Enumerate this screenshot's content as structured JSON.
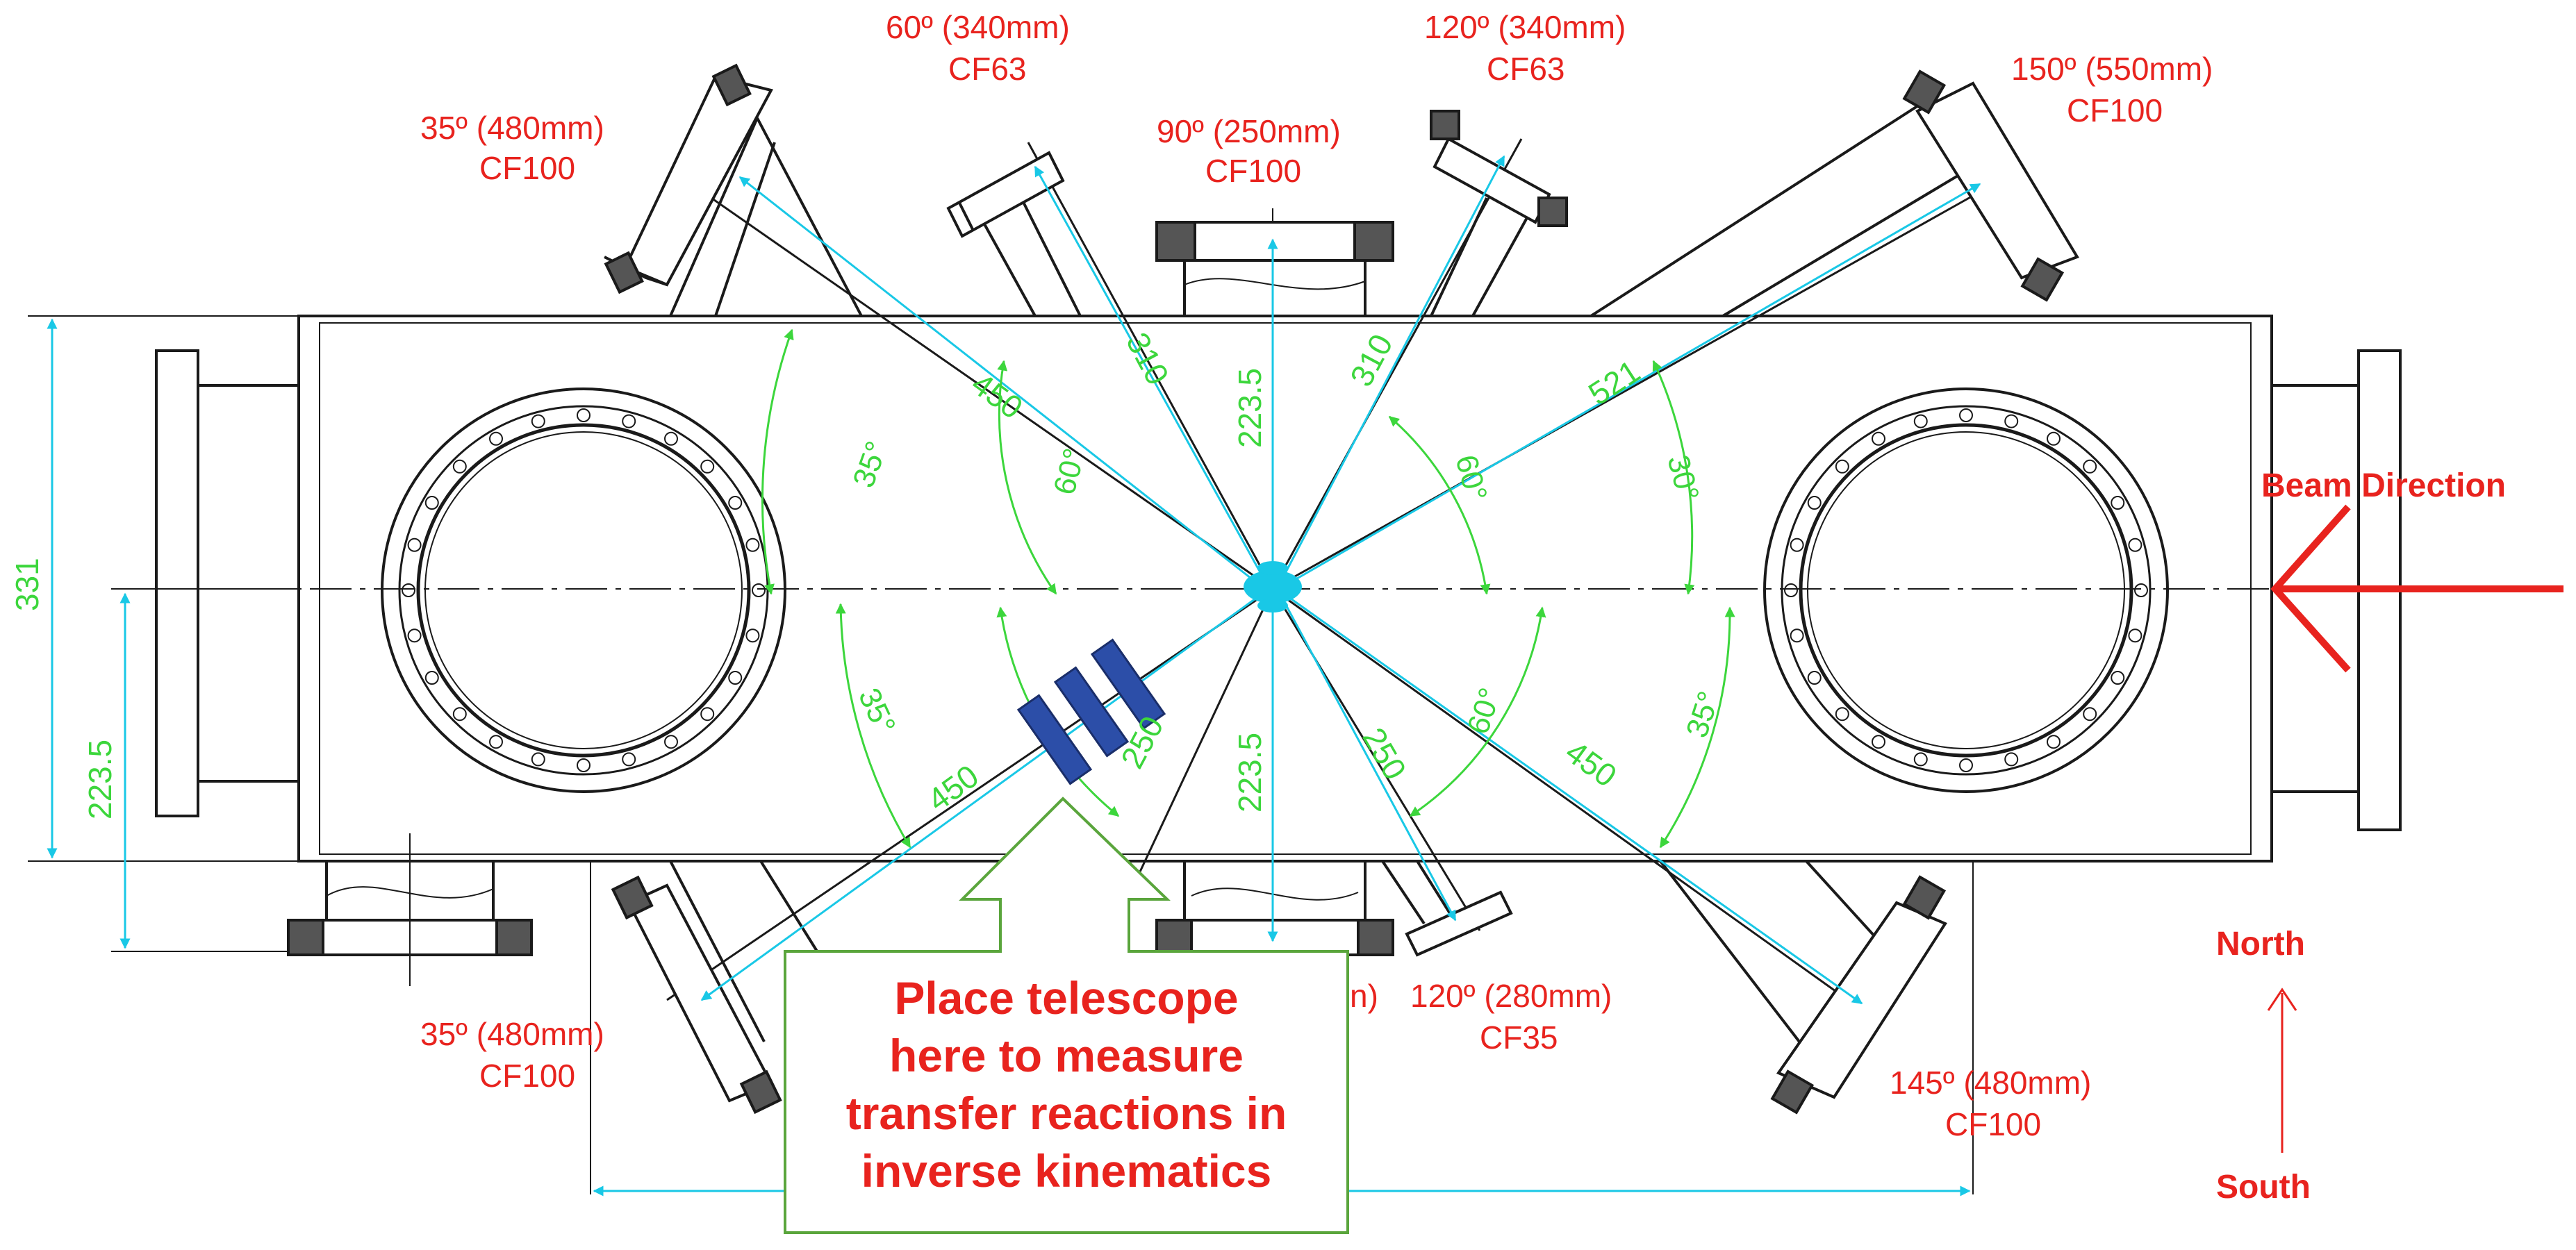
{
  "colors": {
    "drawing": "#1a1a1a",
    "label_red": "#e8231e",
    "dimension_green": "#3cd63c",
    "arrow_cyan": "#19c8e6",
    "telescope_blue": "#2c4ea8",
    "callout_green": "#5aa53c"
  },
  "ports": {
    "p35_top_angle": "35º (480mm)",
    "p35_top_flange": "CF100",
    "p60_angle": "60º (340mm)",
    "p60_flange": "CF63",
    "p90_angle": "90º (250mm)",
    "p90_flange": "CF100",
    "p120_top_angle": "120º (340mm)",
    "p120_top_flange": "CF63",
    "p150_angle": "150º (550mm)",
    "p150_flange": "CF100",
    "p35_bottom_angle": "35º (480mm)",
    "p35_bottom_flange": "CF100",
    "p120_bottom_angle": "120º (280mm)",
    "p120_bottom_flange": "CF35",
    "p145_angle": "145º (480mm)",
    "p145_flange": "CF100",
    "hidden_partial": "n)"
  },
  "dimensions": {
    "height_total": "331",
    "height_half": "223.5",
    "upper_223": "223.5",
    "lower_223": "223.5",
    "d450_ul": "450",
    "d310_l": "310",
    "d310_r": "310",
    "d521": "521",
    "d450_ll": "450",
    "d250_l": "250",
    "d250_r": "250",
    "d450_lr": "450",
    "a35_ul": "35°",
    "a60_ul": "60°",
    "a60_ur": "60°",
    "a30_ur": "30°",
    "a35_ll": "35°",
    "a60_lr": "60°",
    "a35_lr": "35°"
  },
  "beam_label": "Beam Direction",
  "compass": {
    "north": "North",
    "south": "South"
  },
  "callout_lines": [
    "Place telescope",
    "here to measure",
    "transfer reactions in",
    "inverse kinematics"
  ]
}
